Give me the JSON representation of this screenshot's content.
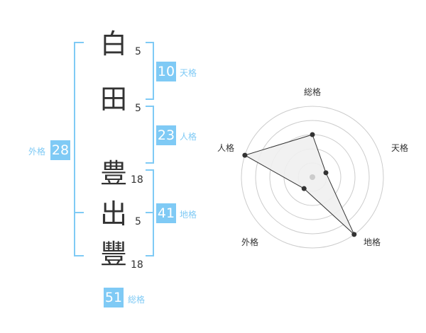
{
  "name": {
    "chars": [
      {
        "char": "白",
        "strokes": "5"
      },
      {
        "char": "田",
        "strokes": "5"
      },
      {
        "char": "豊",
        "strokes": "18"
      },
      {
        "char": "出",
        "strokes": "5"
      },
      {
        "char": "豐",
        "strokes": "18"
      }
    ]
  },
  "kaku": {
    "tenkaku": {
      "value": "10",
      "label": "天格"
    },
    "jinkaku": {
      "value": "23",
      "label": "人格"
    },
    "chikaku": {
      "value": "41",
      "label": "地格"
    },
    "gaikaku": {
      "value": "28",
      "label": "外格"
    },
    "soukaku": {
      "value": "51",
      "label": "総格"
    }
  },
  "colors": {
    "accent": "#7fcaf5",
    "fill": "#efefef",
    "line": "#333333"
  },
  "chart_data": {
    "type": "radar",
    "axes": [
      "総格",
      "天格",
      "地格",
      "外格",
      "人格"
    ],
    "values": [
      3,
      1,
      5,
      1,
      5
    ],
    "range": [
      0,
      5
    ],
    "rings": 5
  }
}
